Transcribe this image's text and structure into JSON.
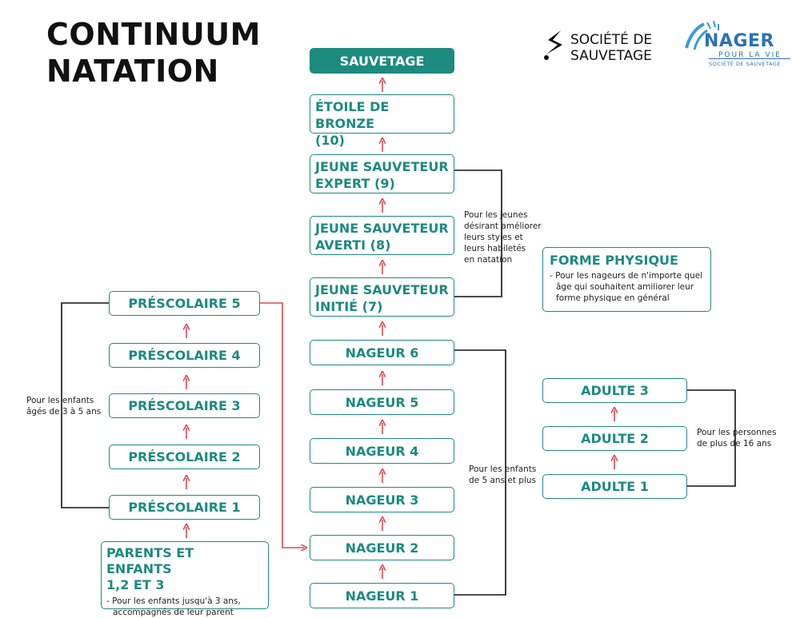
{
  "title": {
    "line1": "CONTINUUM",
    "line2": "NATATION"
  },
  "logos": {
    "societe": {
      "line1": "SOCIÉTÉ DE",
      "line2": "SAUVETAGE"
    },
    "nager": {
      "main": "NAGER",
      "tag": "POUR LA VIE",
      "sub": "SOCIÉTÉ DE SAUVETAGE"
    }
  },
  "center": {
    "sauvetage": "SAUVETAGE",
    "etoile": {
      "line1": "ÉTOILE DE BRONZE",
      "line2": "(10)"
    },
    "expert": {
      "line1": "JEUNE SAUVETEUR",
      "line2": "EXPERT (9)"
    },
    "averti": {
      "line1": "JEUNE SAUVETEUR",
      "line2": "AVERTI (8)"
    },
    "initie": {
      "line1": "JEUNE SAUVETEUR",
      "line2": "INITIÉ (7)"
    },
    "nageurs": [
      "NAGEUR 6",
      "NAGEUR 5",
      "NAGEUR 4",
      "NAGEUR 3",
      "NAGEUR 2",
      "NAGEUR 1"
    ]
  },
  "left": {
    "prescolaire": [
      "PRÉSCOLAIRE 5",
      "PRÉSCOLAIRE 4",
      "PRÉSCOLAIRE 3",
      "PRÉSCOLAIRE 2",
      "PRÉSCOLAIRE 1"
    ],
    "parents": {
      "line1": "PARENTS ET ENFANTS",
      "line2": "1,2 ET 3",
      "desc1": "- Pour les enfants jusqu'à 3 ans,",
      "desc2": "accompagnés de leur parent"
    }
  },
  "right": {
    "forme": {
      "title": "FORME PHYSIQUE",
      "desc1": "- Pour les nageurs de n'importe quel",
      "desc2": "âge qui souhaitent amiliorer leur",
      "desc3": "forme physique en général"
    },
    "adultes": [
      "ADULTE 3",
      "ADULTE 2",
      "ADULTE 1"
    ]
  },
  "notes": {
    "jeunes": [
      "Pour les jeunes",
      "désirant améliorer",
      "leurs styles et",
      "leurs habiletés",
      "en natation"
    ],
    "enfants_3_5": [
      "Pour les enfants",
      "âgés de 3 à 5 ans"
    ],
    "enfants_5": [
      "Pour les enfants",
      "de 5 ans et plus"
    ],
    "personnes_16": [
      "Pour les personnes",
      "de plus de 16 ans"
    ]
  },
  "colors": {
    "teal": "#1d8a80",
    "arrow": "#e0484f",
    "line": "#111111"
  }
}
